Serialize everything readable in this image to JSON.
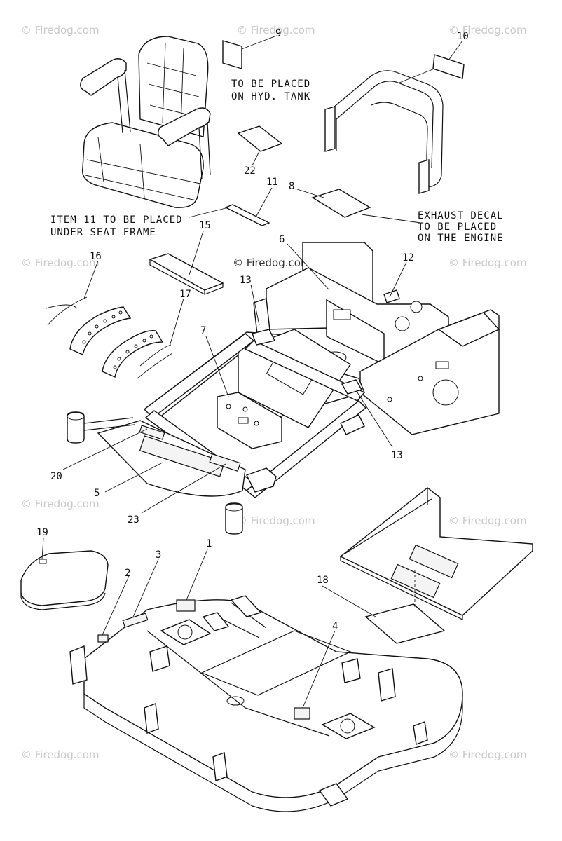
{
  "callouts": {
    "c1": "1",
    "c2": "2",
    "c3": "3",
    "c4": "4",
    "c5": "5",
    "c6": "6",
    "c7": "7",
    "c8": "8",
    "c9": "9",
    "c10": "10",
    "c11": "11",
    "c12": "12",
    "c13a": "13",
    "c13b": "13",
    "c15": "15",
    "c16": "16",
    "c17": "17",
    "c18": "18",
    "c19": "19",
    "c20": "20",
    "c22": "22",
    "c23": "23"
  },
  "notes": {
    "hyd_line1": "TO BE PLACED",
    "hyd_line2": "ON HYD. TANK",
    "item11_line1": "ITEM 11 TO BE PLACED",
    "item11_line2": "UNDER SEAT FRAME",
    "exhaust_line1": "EXHAUST DECAL",
    "exhaust_line2": "TO BE PLACED",
    "exhaust_line3": "ON THE ENGINE"
  },
  "watermark": {
    "text": "© Firedog.com"
  },
  "colors": {
    "line": "#111111",
    "watermark": "#c9c9c9"
  }
}
